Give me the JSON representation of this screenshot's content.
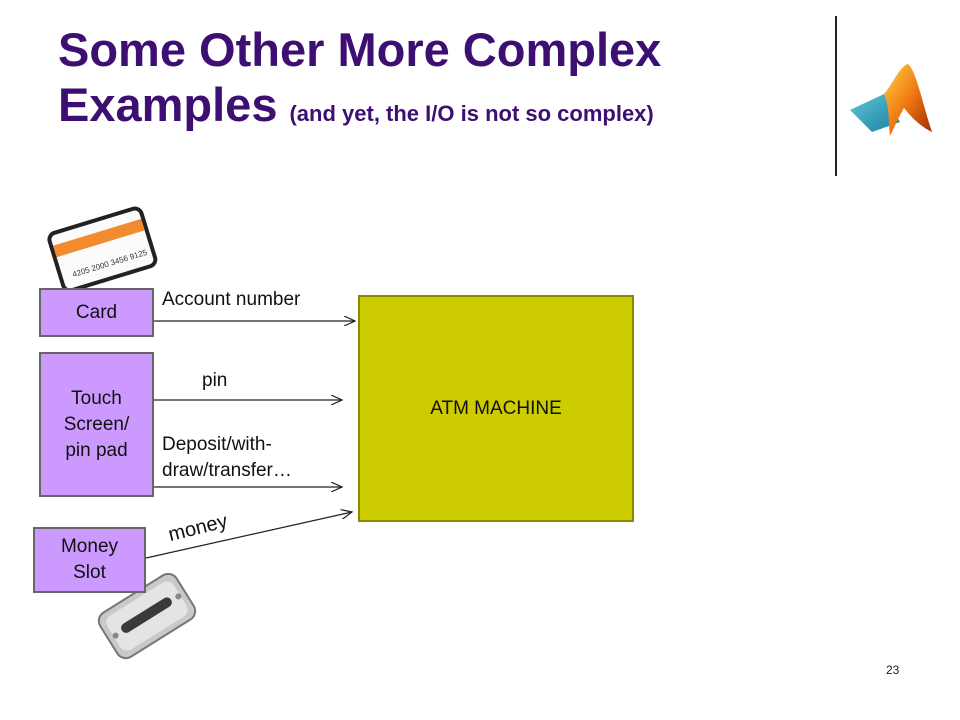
{
  "slide": {
    "title_main_line1": "Some Other More Complex",
    "title_main_line2": "Examples",
    "title_sub": "(and yet, the I/O is not so complex)",
    "page_number": "23"
  },
  "diagram": {
    "inputs": [
      {
        "label": "Card"
      },
      {
        "label_lines": [
          "Touch",
          "Screen/",
          "pin pad"
        ]
      },
      {
        "label_lines": [
          "Money",
          "Slot"
        ]
      }
    ],
    "machine": {
      "label": "ATM MACHINE"
    },
    "edges": [
      {
        "label": "Account number"
      },
      {
        "label": "pin"
      },
      {
        "label_lines": [
          "Deposit/with-",
          "draw/transfer…"
        ]
      },
      {
        "label": "money"
      }
    ]
  },
  "images": {
    "card_icon": "credit-card-icon",
    "card_number": "4205 2000 3456 9125",
    "slot_icon": "money-slot-icon",
    "logo_icon": "matlab-logo-icon"
  },
  "colors": {
    "title": "#3d0f72",
    "input_box": "#cc99ff",
    "machine_box": "#cccc00",
    "card_stripe": "#f28a2e"
  }
}
